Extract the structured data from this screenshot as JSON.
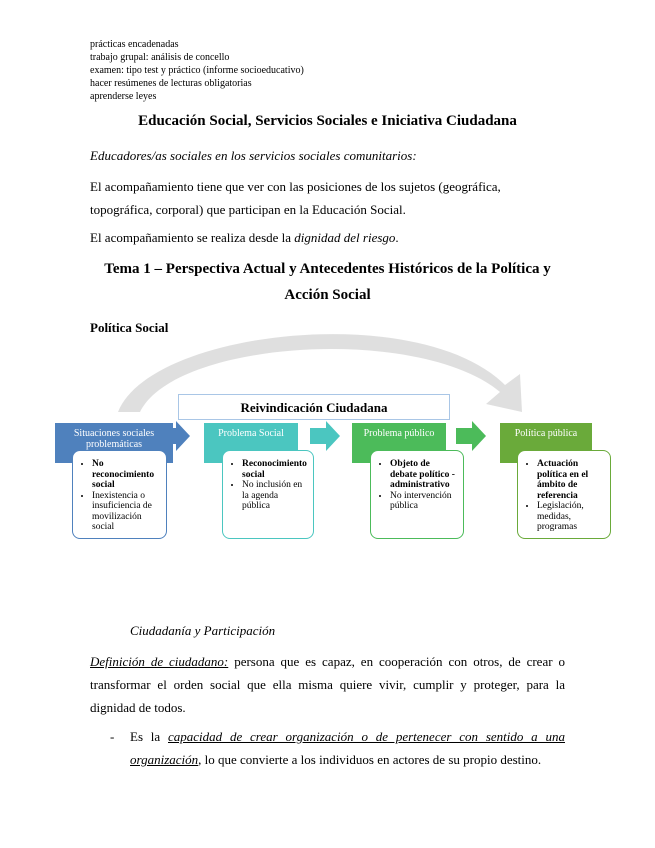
{
  "notes": [
    "prácticas encadenadas",
    "trabajo grupal: análisis de concello",
    "examen: tipo test y práctico (informe socioeducativo)",
    "hacer resúmenes de lecturas obligatorias",
    "aprenderse leyes"
  ],
  "doc_title": "Educación Social, Servicios Sociales e Iniciativa Ciudadana",
  "intro_heading": "Educadores/as sociales en los servicios sociales comunitarios:",
  "para1": "El acompañamiento tiene que ver con las posiciones de los sujetos (geográfica, topográfica, corporal) que participan en la Educación Social.",
  "para2_prefix": "El acompañamiento se realiza desde la ",
  "para2_italic": "dignidad del riesgo",
  "para2_suffix": ".",
  "tema_line1": "Tema 1 – Perspectiva Actual y Antecedentes Históricos de la Política y",
  "tema_line2": "Acción Social",
  "section_title": "Política Social",
  "diagram": {
    "banner": "Reivindicación Ciudadana",
    "steps": [
      {
        "header": "Situaciones sociales problemáticas",
        "bold": "No reconocimiento social",
        "items": [
          "Inexistencia o insuficiencia de movilización social"
        ]
      },
      {
        "header": "Problema Social",
        "bold": "Reconocimiento social",
        "items": [
          "No inclusión en la agenda pública"
        ]
      },
      {
        "header": "Problema público",
        "bold": "Objeto de debate político - administrativo",
        "items": [
          "No intervención pública"
        ]
      },
      {
        "header": "Política pública",
        "bold": "Actuación política en el ámbito de referencia",
        "items": [
          "Legislación, medidas, programas"
        ]
      }
    ],
    "colors": {
      "blue": "#4f81bd",
      "teal": "#4bc6c0",
      "green": "#4cbb5a",
      "olive": "#6aaa3a",
      "arc": "#d9d9d9"
    }
  },
  "ciudadania_heading": "Ciudadanía y Participación",
  "def_label": "Definición de ciudadano:",
  "def_text": " persona que es capaz, en cooperación con otros, de crear o transformar el orden social que ella misma quiere vivir, cumplir y proteger, para la dignidad de todos.",
  "bullet_dash": "-",
  "bullet_prefix": "Es la ",
  "bullet_underlined": "capacidad de crear organización o de pertenecer con sentido a una organización",
  "bullet_suffix": ", lo que convierte a los individuos en actores de su propio destino."
}
